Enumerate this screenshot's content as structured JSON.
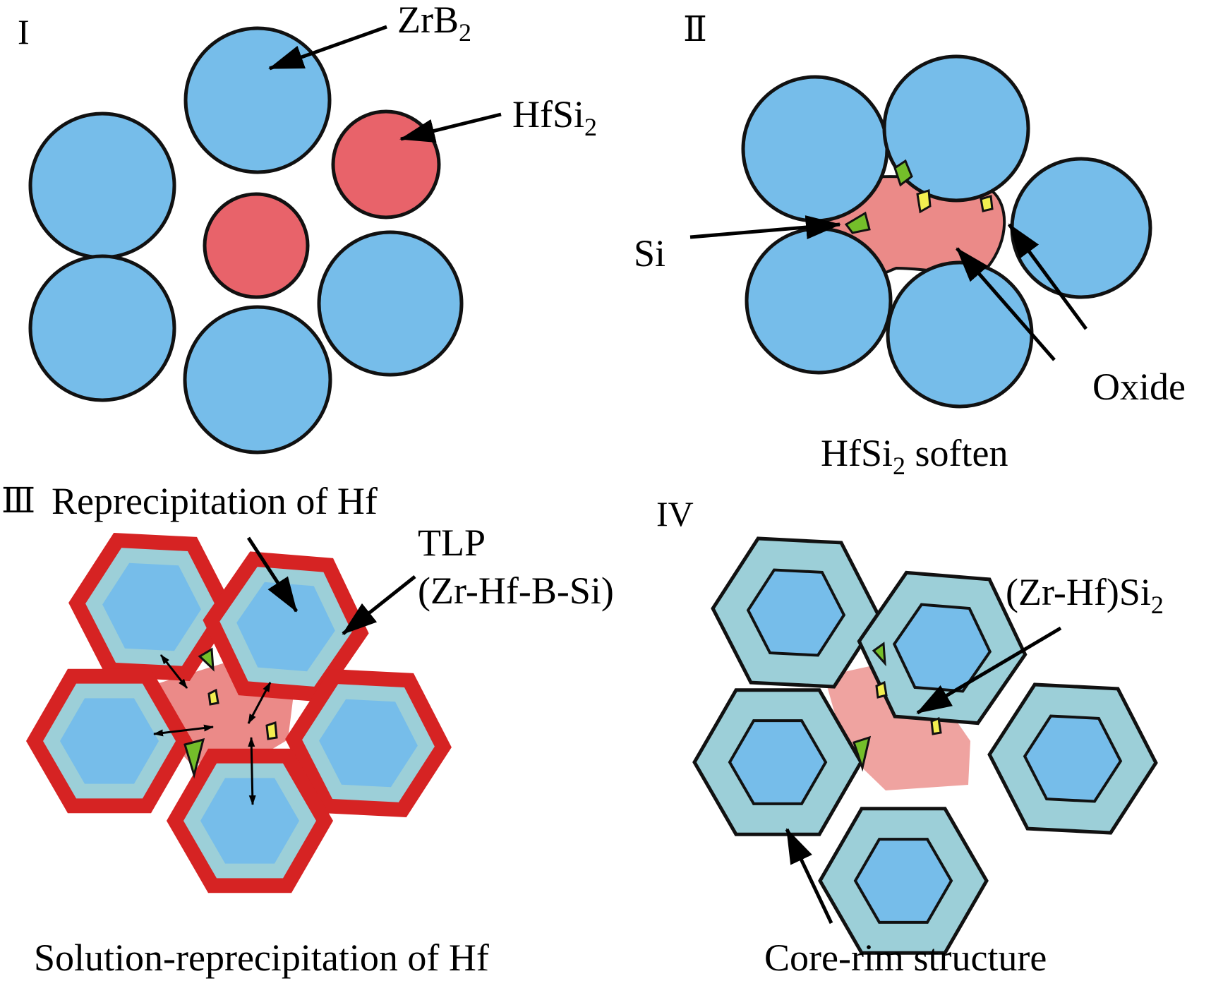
{
  "colors": {
    "zrb2_blue": "#76bdea",
    "hfsi2_red": "#e8636a",
    "liquid_pink": "#eb8a88",
    "tlp_red": "#d62323",
    "rim_teal": "#9ccfd8",
    "si_green": "#74be2a",
    "oxide_yellow": "#f2ee50",
    "outline": "#111111"
  },
  "panels": {
    "p1": {
      "numeral": "I",
      "zrb2_label": "ZrB",
      "zrb2_sub": "2",
      "hfsi2_label": "HfSi",
      "hfsi2_sub": "2"
    },
    "p2": {
      "numeral": "Ⅱ",
      "si_label": "Si",
      "oxide_label": "Oxide",
      "caption_main": "HfSi",
      "caption_sub": "2",
      "caption_rest": " soften"
    },
    "p3": {
      "numeral": "Ⅲ",
      "reprecip_label": "Reprecipitation of Hf",
      "tlp_label": "TLP",
      "tlp_composition": "(Zr-Hf-B-Si)",
      "caption": "Solution-reprecipitation of Hf"
    },
    "p4": {
      "numeral": "IV",
      "phase_label": "(Zr-Hf)Si",
      "phase_sub": "2",
      "caption": "Core-rim structure"
    }
  }
}
